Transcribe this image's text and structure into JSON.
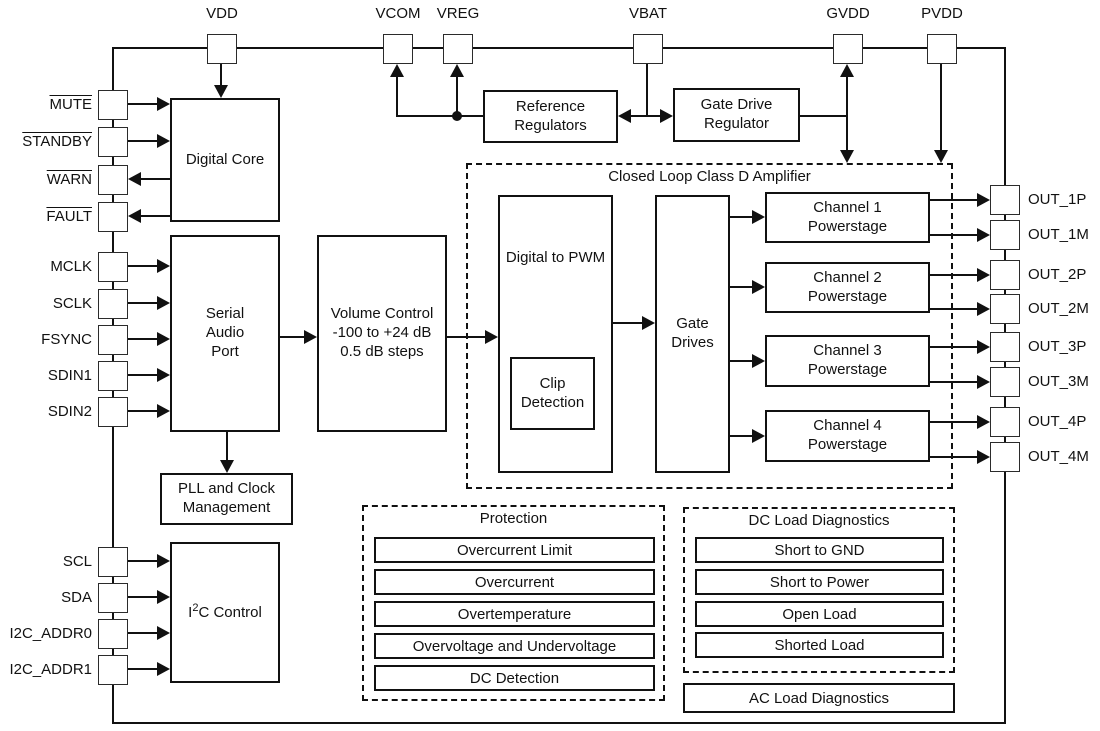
{
  "colors": {
    "line": "#111111",
    "background": "#ffffff",
    "box_fill": "#ffffff"
  },
  "pins": {
    "top": [
      {
        "label": "VDD"
      },
      {
        "label": "VCOM"
      },
      {
        "label": "VREG"
      },
      {
        "label": "VBAT"
      },
      {
        "label": "GVDD"
      },
      {
        "label": "PVDD"
      }
    ],
    "left": [
      {
        "label": "MUTE",
        "overline": true
      },
      {
        "label": "STANDBY",
        "overline": true
      },
      {
        "label": "WARN",
        "overline": true
      },
      {
        "label": "FAULT",
        "overline": true
      },
      {
        "label": "MCLK"
      },
      {
        "label": "SCLK"
      },
      {
        "label": "FSYNC"
      },
      {
        "label": "SDIN1"
      },
      {
        "label": "SDIN2"
      },
      {
        "label": "SCL"
      },
      {
        "label": "SDA"
      },
      {
        "label": "I2C_ADDR0"
      },
      {
        "label": "I2C_ADDR1"
      }
    ],
    "right": [
      {
        "label": "OUT_1P"
      },
      {
        "label": "OUT_1M"
      },
      {
        "label": "OUT_2P"
      },
      {
        "label": "OUT_2M"
      },
      {
        "label": "OUT_3P"
      },
      {
        "label": "OUT_3M"
      },
      {
        "label": "OUT_4P"
      },
      {
        "label": "OUT_4M"
      }
    ]
  },
  "blocks": {
    "digital_core": {
      "label": "Digital Core"
    },
    "serial_audio_port": {
      "line1": "Serial",
      "line2": "Audio",
      "line3": "Port"
    },
    "volume_control": {
      "line1": "Volume Control",
      "line2": "-100 to +24 dB",
      "line3": "0.5 dB steps"
    },
    "pll": {
      "line1": "PLL and Clock",
      "line2": "Management"
    },
    "i2c_control": {
      "pre": "I",
      "sup": "2",
      "post": "C Control"
    },
    "reference_regulators": {
      "line1": "Reference",
      "line2": "Regulators"
    },
    "gate_drive_regulator": {
      "line1": "Gate Drive",
      "line2": "Regulator"
    },
    "digital_to_pwm": {
      "label": "Digital to PWM"
    },
    "clip_detection": {
      "line1": "Clip",
      "line2": "Detection"
    },
    "gate_drives": {
      "line1": "Gate",
      "line2": "Drives"
    },
    "channel1": {
      "line1": "Channel 1",
      "line2": "Powerstage"
    },
    "channel2": {
      "line1": "Channel 2",
      "line2": "Powerstage"
    },
    "channel3": {
      "line1": "Channel 3",
      "line2": "Powerstage"
    },
    "channel4": {
      "line1": "Channel 4",
      "line2": "Powerstage"
    }
  },
  "groups": {
    "class_d_amplifier": {
      "title": "Closed Loop Class D Amplifier"
    },
    "protection": {
      "title": "Protection",
      "items": [
        "Overcurrent Limit",
        "Overcurrent",
        "Overtemperature",
        "Overvoltage and Undervoltage",
        "DC Detection"
      ]
    },
    "dc_load_diagnostics": {
      "title": "DC Load Diagnostics",
      "items": [
        "Short to GND",
        "Short to Power",
        "Open Load",
        "Shorted Load"
      ]
    },
    "ac_load_diagnostics": {
      "label": "AC Load Diagnostics"
    }
  }
}
